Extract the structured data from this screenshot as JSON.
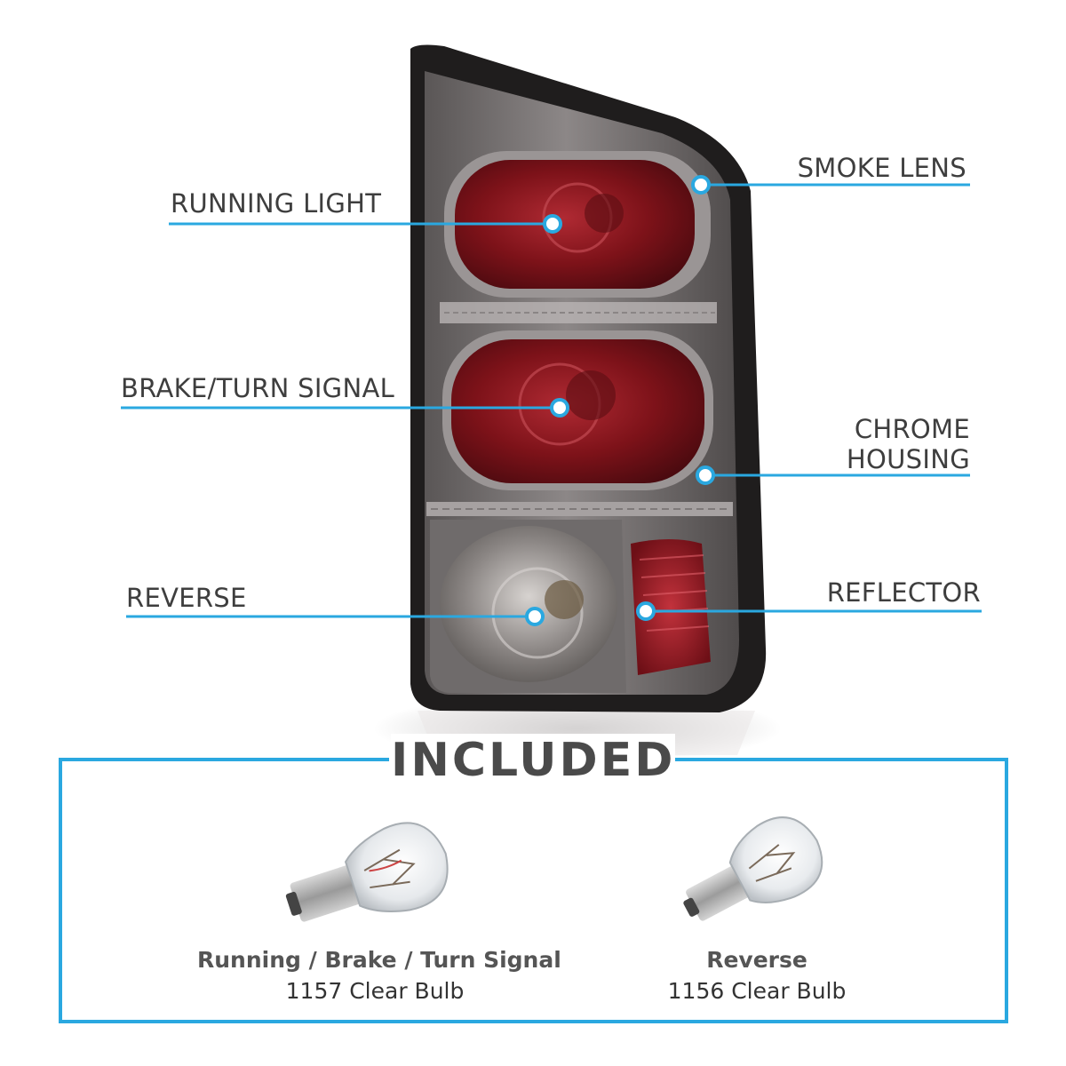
{
  "callouts": {
    "running_light": "RUNNING  LIGHT",
    "brake_turn": "BRAKE/TURN SIGNAL",
    "reverse": "REVERSE",
    "smoke_lens": "SMOKE LENS",
    "chrome_housing_line1": "CHROME",
    "chrome_housing_line2": "HOUSING",
    "reflector": "REFLECTOR"
  },
  "included": {
    "title": "INCLUDED",
    "bulbs": [
      {
        "name": "Running / Brake / Turn Signal",
        "spec": "1157 Clear Bulb"
      },
      {
        "name": "Reverse",
        "spec": "1156 Clear Bulb"
      }
    ]
  },
  "colors": {
    "accent": "#2aa8e0",
    "lens_red": "#8c1a22",
    "smoke": "#6e6a6a",
    "housing_dark": "#1e1c1c"
  }
}
